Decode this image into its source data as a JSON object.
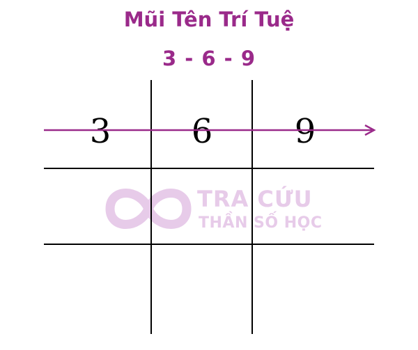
{
  "title": {
    "line1": "Mũi Tên Trí Tuệ",
    "line2": "3 - 6 - 9"
  },
  "grid": {
    "row1": [
      "3",
      "6",
      "9"
    ],
    "row2": [
      "",
      "",
      ""
    ],
    "row3": [
      "",
      "",
      ""
    ]
  },
  "watermark": {
    "line1": "TRA CỨU",
    "line2": "THẦN SỐ HỌC",
    "icon": "infinity-icon"
  },
  "colors": {
    "accent": "#9a2a8a",
    "grid_lines": "#000000",
    "watermark": "#e7cbe9"
  }
}
